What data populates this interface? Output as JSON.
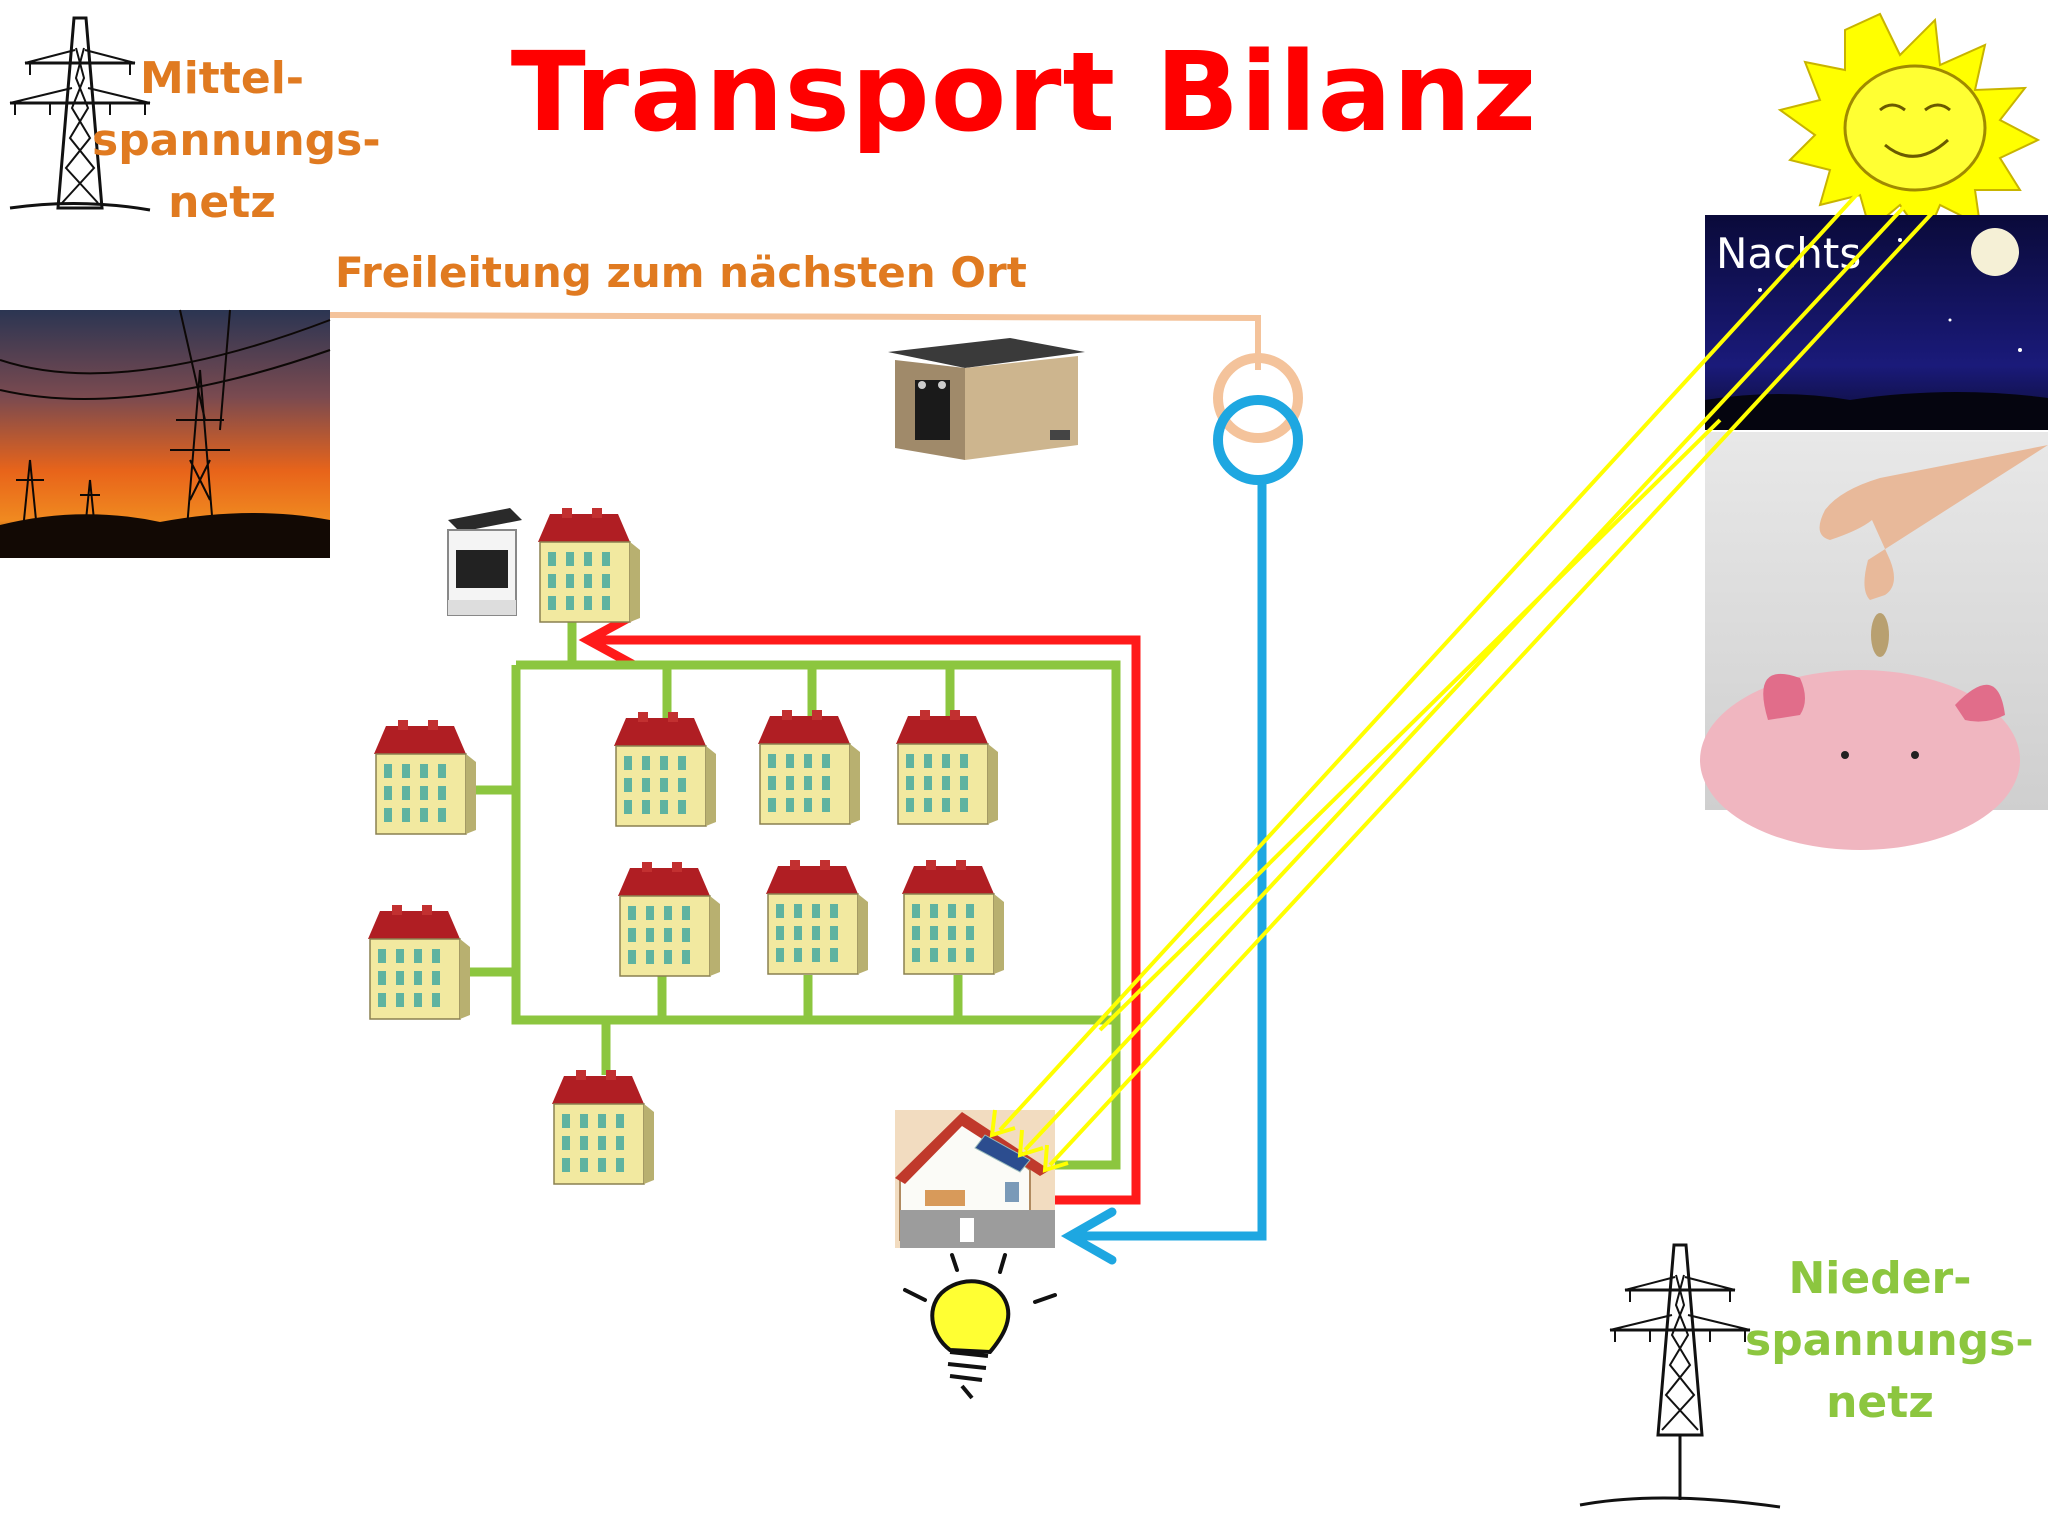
{
  "title": "Transport Bilanz",
  "mv_label": [
    "Mittel-",
    "spannungs-",
    "netz"
  ],
  "line_label": "Freileitung zum nächsten Ort",
  "lv_label": [
    "Nieder-",
    "spannungs-",
    "netz"
  ],
  "night_label": "Nachts",
  "colors": {
    "title": "#ff0000",
    "mv_text": "#e07a20",
    "lv_text": "#8cc63f",
    "mv_line": "#f4c39b",
    "lv_feed": "#1ea7e1",
    "grid": "#8cc63f",
    "return_arrow": "#ff1a1a",
    "sun_rays": "#ffff00"
  }
}
